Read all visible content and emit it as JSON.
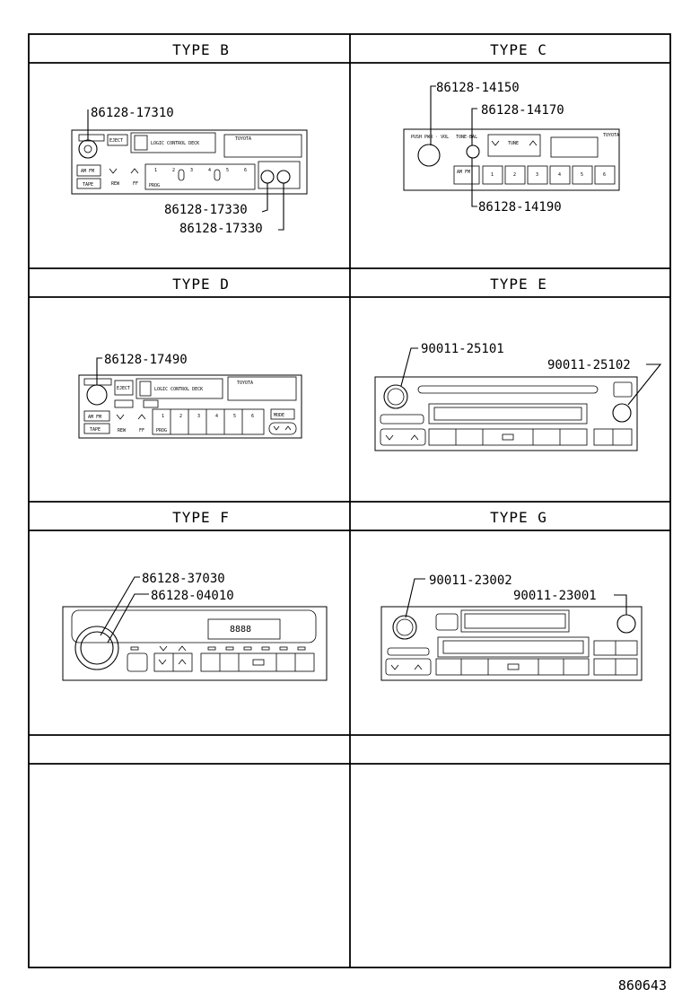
{
  "figure_number": "860643",
  "panels": [
    {
      "id": "b",
      "title": "TYPE B",
      "callouts": [
        "86128-17310",
        "86128-17330",
        "86128-17330"
      ],
      "unit_labels": [
        "AM FM",
        "TAPE",
        "EJECT",
        "LOGIC CONTROL DECK",
        "REW",
        "FF",
        "PROG",
        "1",
        "2",
        "3",
        "4",
        "5",
        "6",
        "TOYOTA"
      ]
    },
    {
      "id": "c",
      "title": "TYPE C",
      "callouts": [
        "86128-14150",
        "86128-14170",
        "86128-14190"
      ],
      "unit_labels": [
        "PUSH PWR · VOL",
        "TONE·BAL",
        "TUNE",
        "AM FM",
        "1",
        "2",
        "3",
        "4",
        "5",
        "6",
        "TOYOTA"
      ]
    },
    {
      "id": "d",
      "title": "TYPE D",
      "callouts": [
        "86128-17490"
      ],
      "unit_labels": [
        "EJECT",
        "LOGIC CONTROL DECK",
        "TOYOTA",
        "AM FM",
        "TAPE",
        "REW",
        "FF",
        "1",
        "2",
        "3",
        "4",
        "5",
        "6",
        "PROG",
        "MODE"
      ]
    },
    {
      "id": "e",
      "title": "TYPE E",
      "callouts": [
        "90011-25101",
        "90011-25102"
      ]
    },
    {
      "id": "f",
      "title": "TYPE F",
      "callouts": [
        "86128-37030",
        "86128-04010"
      ],
      "unit_labels": [
        "8888"
      ]
    },
    {
      "id": "g",
      "title": "TYPE G",
      "callouts": [
        "90011-23002",
        "90011-23001"
      ]
    },
    {
      "id": "blank-left",
      "title": ""
    },
    {
      "id": "blank-right",
      "title": ""
    }
  ]
}
